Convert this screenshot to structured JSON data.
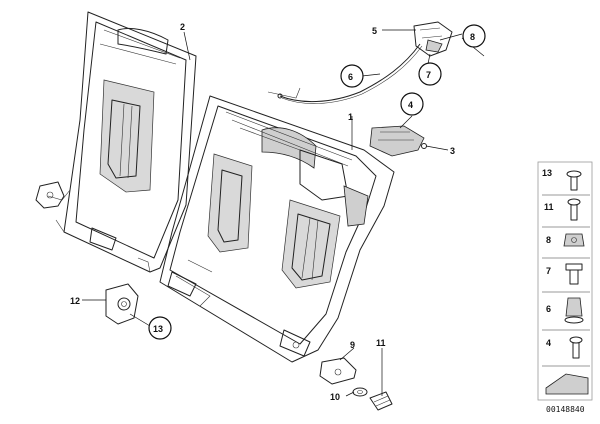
{
  "callouts": {
    "c1": "1",
    "c2": "2",
    "c3": "3",
    "c4": "4",
    "c5": "5",
    "c6": "6",
    "c7": "7",
    "c8": "8",
    "c9": "9",
    "c10": "10",
    "c11": "11",
    "c12": "12",
    "c13": "13"
  },
  "legend": {
    "items": [
      "13",
      "11",
      "8",
      "7",
      "6",
      "4"
    ]
  },
  "doc_number": "00148840"
}
